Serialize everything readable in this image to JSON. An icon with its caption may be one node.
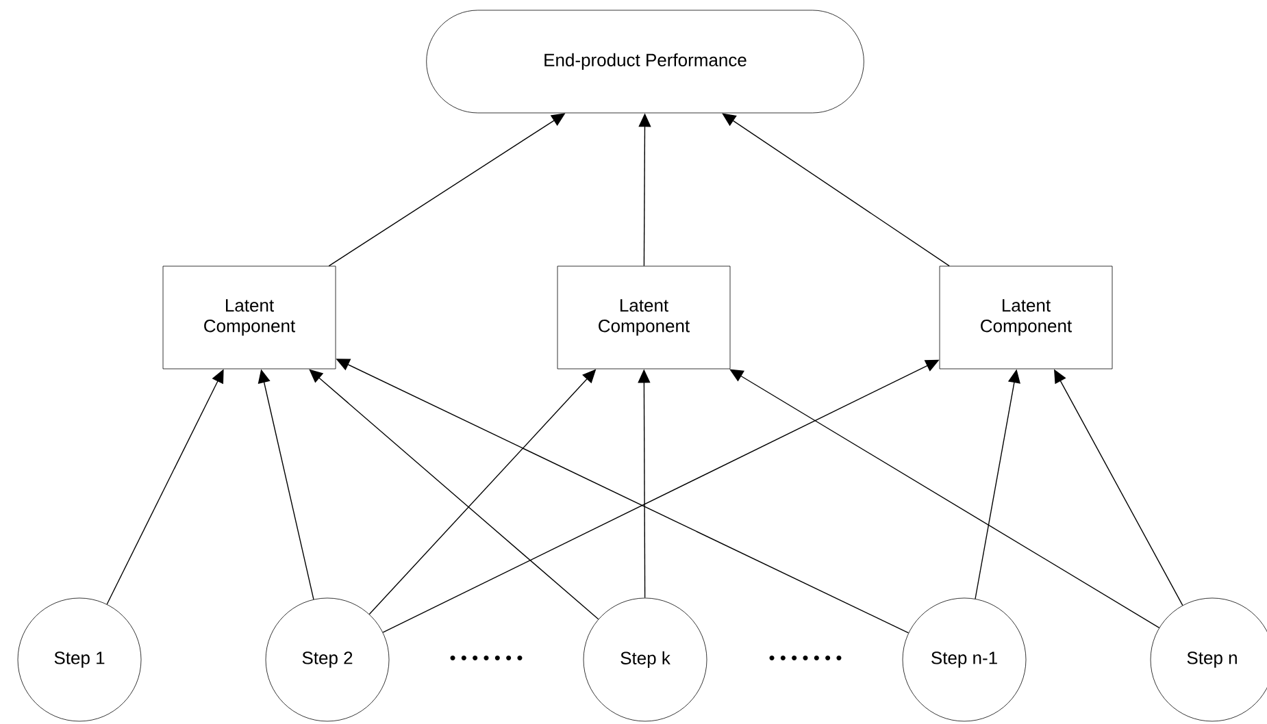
{
  "diagram": {
    "nodes": [
      {
        "text": [
          "End-product Performance"
        ]
      },
      {
        "text": [
          "Latent Component"
        ]
      },
      {
        "text": [
          "Latent Component"
        ]
      },
      {
        "text": [
          "Latent Component"
        ]
      },
      {
        "text": [
          "Step 1"
        ]
      },
      {
        "text": [
          "Step 2"
        ]
      },
      {
        "text": [
          "Step k"
        ]
      },
      {
        "text": [
          "Step n-1"
        ]
      },
      {
        "text": [
          "Step n"
        ]
      }
    ],
    "edges": [
      {
        "from": 1,
        "to": 0,
        "arrow": "to"
      },
      {
        "from": 2,
        "to": 0,
        "arrow": "to"
      },
      {
        "from": 3,
        "to": 0,
        "arrow": "to"
      },
      {
        "from": 4,
        "to": 1,
        "arrow": "to"
      },
      {
        "from": 5,
        "to": 1,
        "arrow": "to"
      },
      {
        "from": 6,
        "to": 1,
        "arrow": "to"
      },
      {
        "from": 7,
        "to": 1,
        "arrow": "to"
      },
      {
        "from": 5,
        "to": 2,
        "arrow": "to"
      },
      {
        "from": 6,
        "to": 2,
        "arrow": "to"
      },
      {
        "from": 8,
        "to": 2,
        "arrow": "to"
      },
      {
        "from": 5,
        "to": 3,
        "arrow": "to"
      },
      {
        "from": 7,
        "to": 3,
        "arrow": "to"
      },
      {
        "from": 8,
        "to": 3,
        "arrow": "to"
      }
    ],
    "labels": [
      "• • • • • • •",
      "• • • • • • •"
    ]
  }
}
